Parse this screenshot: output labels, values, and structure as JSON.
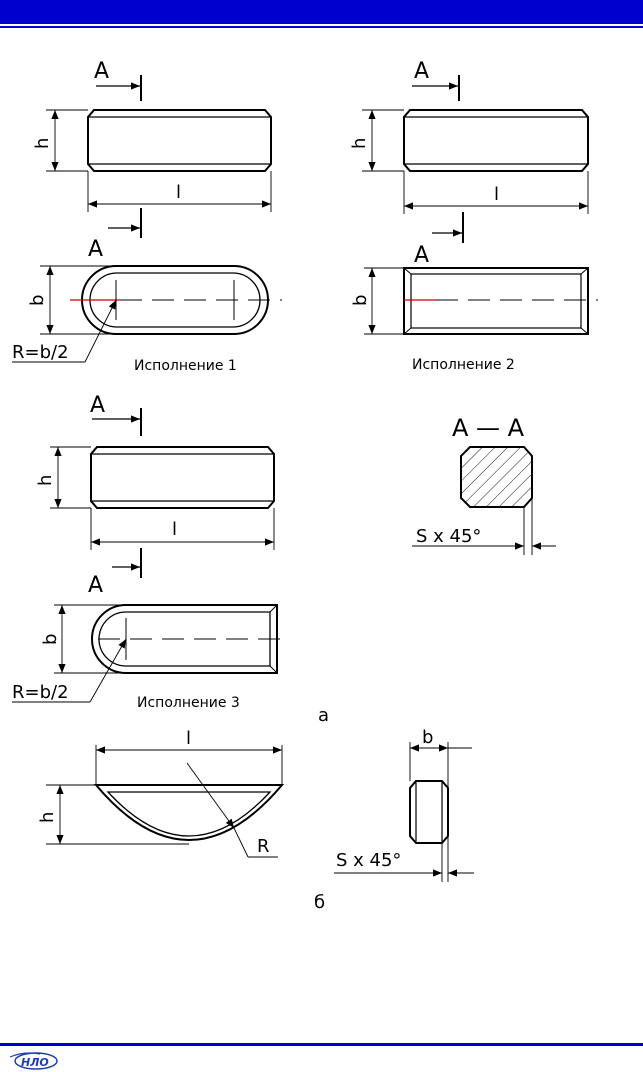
{
  "labels": {
    "section": "A",
    "section_title": "A  —  A",
    "height": "h",
    "length": "l",
    "width": "b",
    "radius_formula": "R=b/2",
    "radius": "R",
    "chamfer": "S  x  45°",
    "variant_1": "Исполнение 1",
    "variant_2": "Исполнение 2",
    "variant_3": "Исполнение 3",
    "subfigure_a": "а",
    "subfigure_b": "б"
  },
  "logo_text": "НЛО",
  "colors": {
    "header_blue": "#0000cc",
    "centerline_red": "#cc0000"
  }
}
